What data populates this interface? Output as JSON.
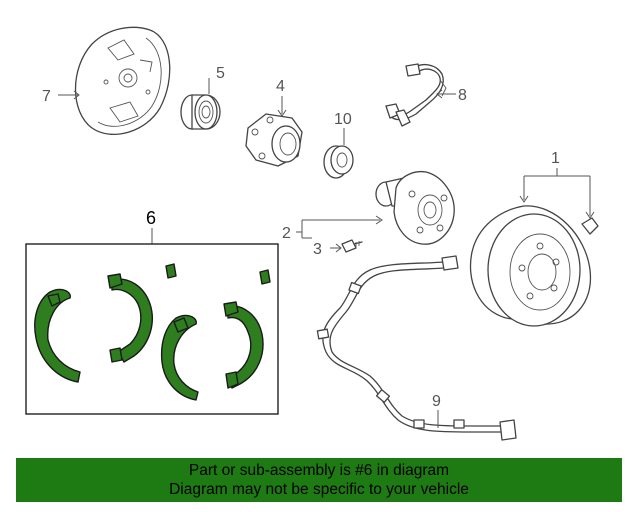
{
  "colors": {
    "highlight": "#2e7d1f",
    "banner_bg": "#1e7a12",
    "line": "#444444"
  },
  "callouts": {
    "c1": "1",
    "c2": "2",
    "c3": "3",
    "c4": "4",
    "c5": "5",
    "c6": "6",
    "c7": "7",
    "c8": "8",
    "c9": "9",
    "c10": "10"
  },
  "banner": {
    "line1": "Part or sub-assembly is #6 in diagram",
    "line2": "Diagram may not be specific to your vehicle"
  }
}
